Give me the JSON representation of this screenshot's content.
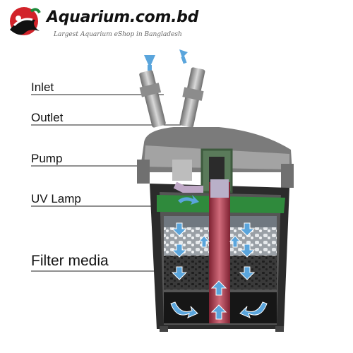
{
  "header": {
    "brand": "Aquarium.com.bd",
    "tagline": "Largest Aquarium eShop in Bangladesh"
  },
  "labels": {
    "inlet": "Inlet",
    "outlet": "Outlet",
    "pump": "Pump",
    "uv_lamp": "UV Lamp",
    "filter_media": "Filter media"
  },
  "colors": {
    "accent_red": "#d2232a",
    "arrow_blue": "#5aa5dc",
    "tray_green": "#2f8a3c",
    "tube_red": "#a8384a",
    "housing_grey": "#8a8a8a"
  },
  "icons": {
    "logo": "fish-logo-icon"
  }
}
